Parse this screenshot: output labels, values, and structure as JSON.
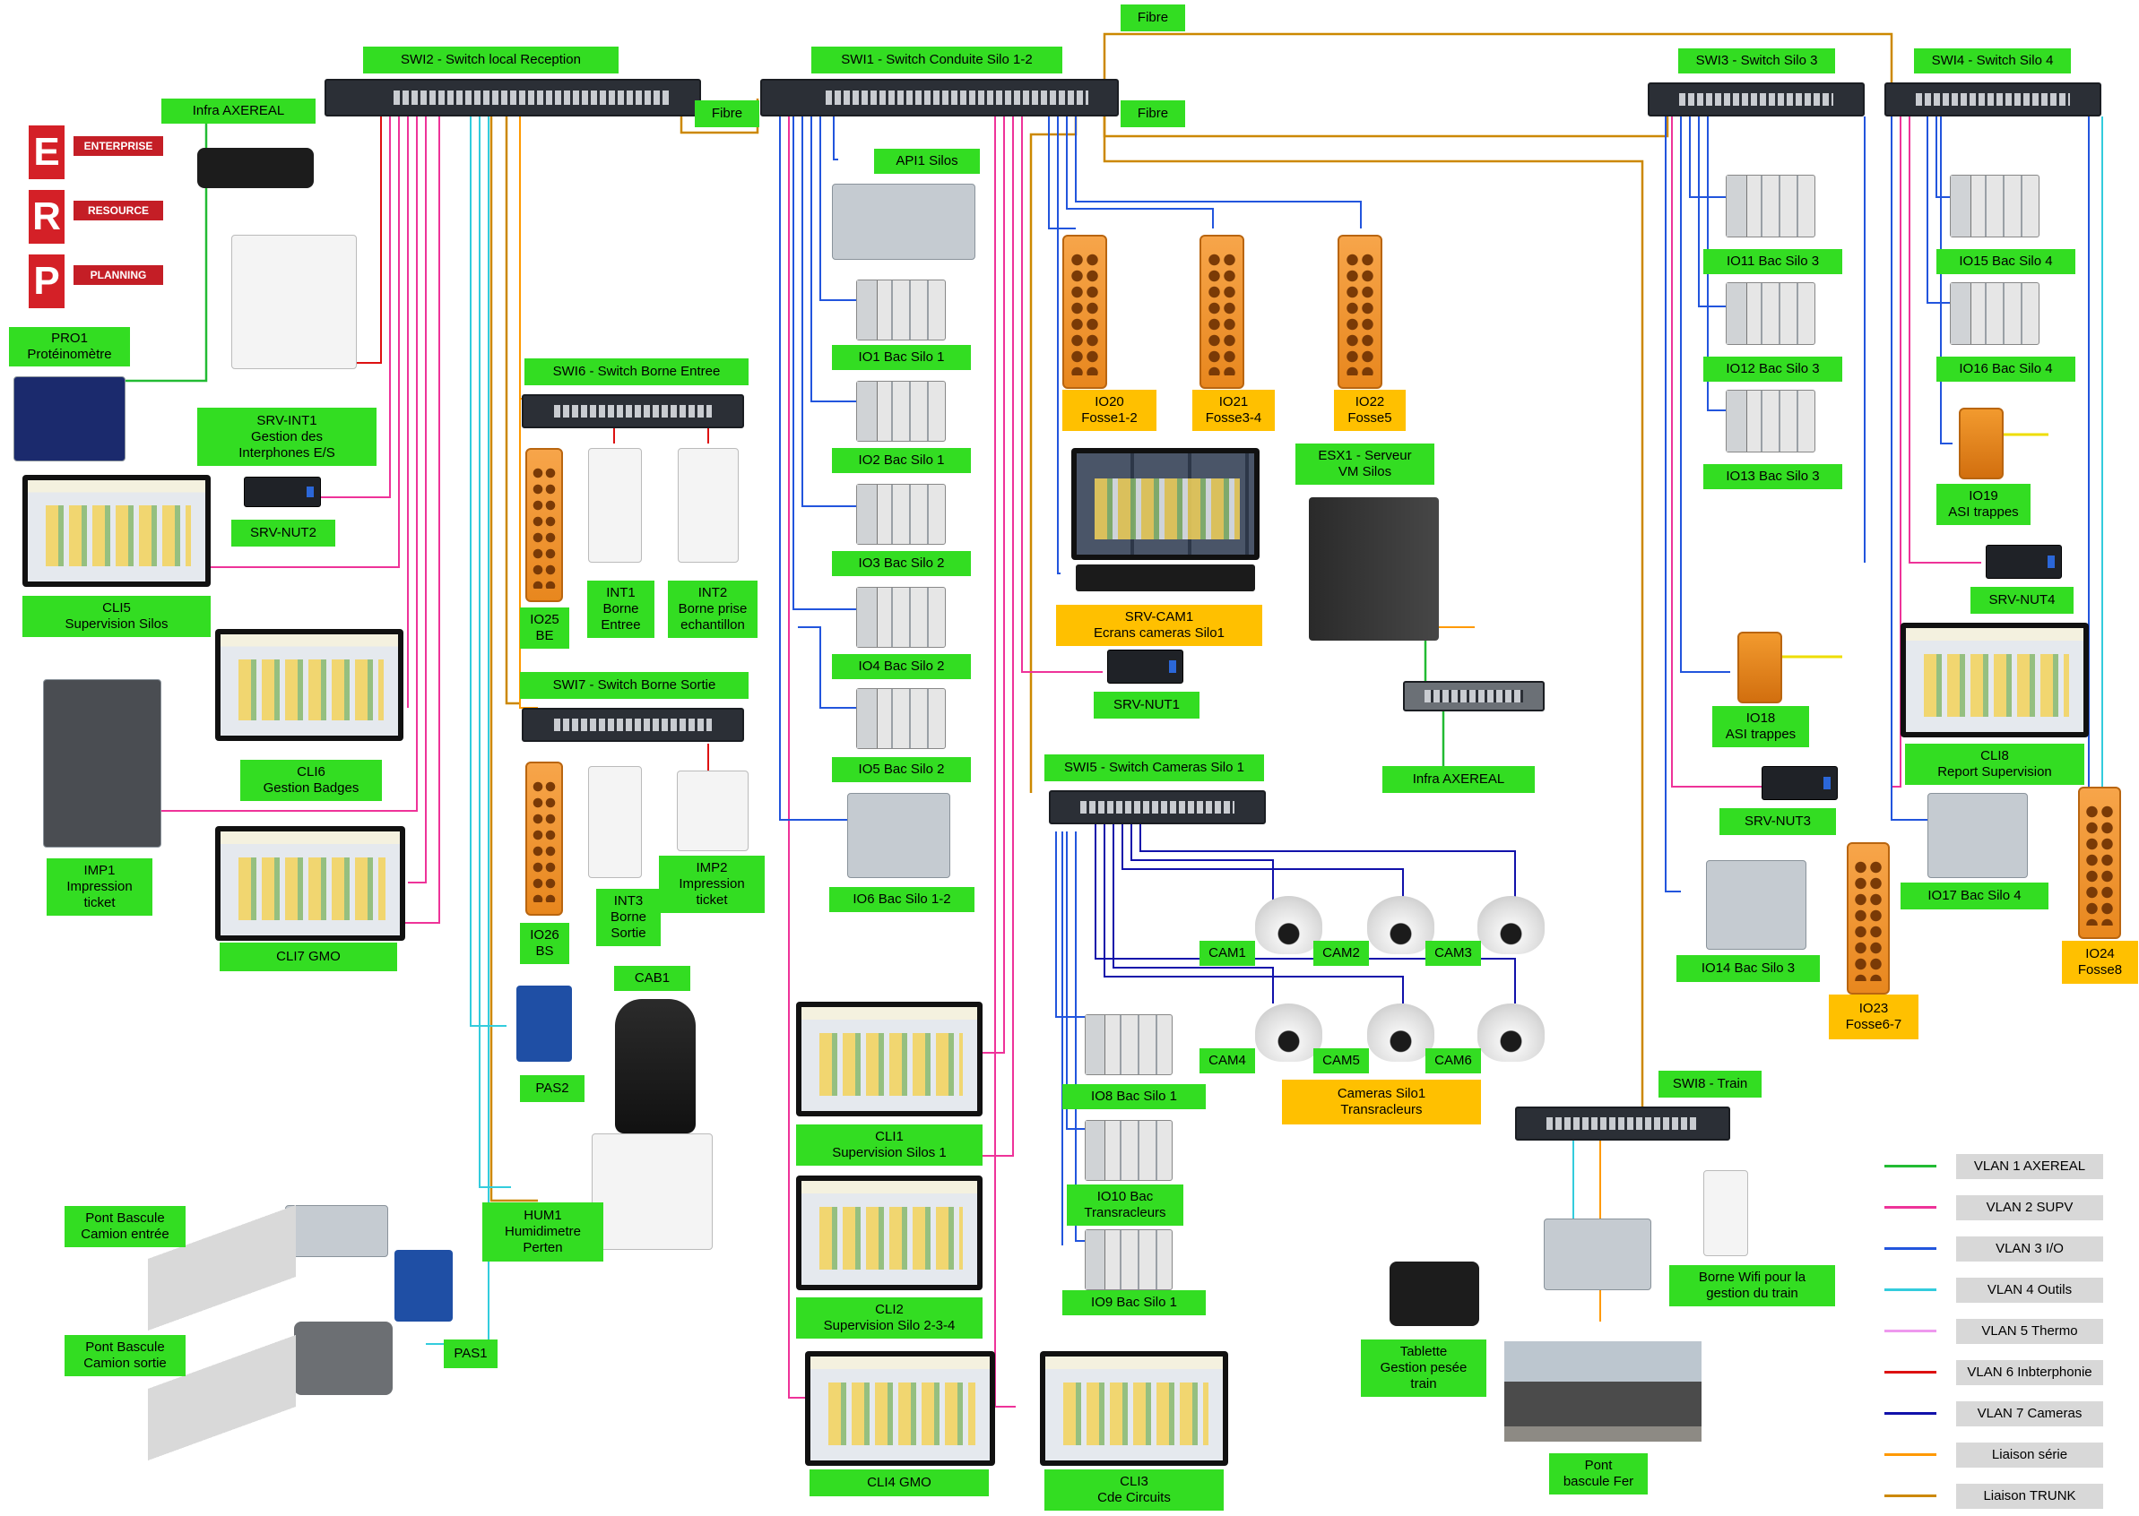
{
  "switches": {
    "swi2": "SWI2 -  Switch local Reception",
    "swi1": "SWI1 - Switch Conduite Silo 1-2",
    "swi3": "SWI3 - Switch Silo 3",
    "swi4": "SWI4 - Switch Silo 4",
    "swi6": "SWI6 - Switch Borne Entree",
    "swi7": "SWI7 - Switch Borne Sortie",
    "swi5": "SWI5 - Switch Cameras Silo 1",
    "swi8": "SWI8 - Train"
  },
  "links": {
    "fibre_top": "Fibre",
    "fibre_left": "Fibre",
    "fibre_right": "Fibre"
  },
  "erp": {
    "letters": [
      "E",
      "R",
      "P"
    ],
    "signs": [
      "ENTERPRISE",
      "RESOURCE",
      "PLANNING"
    ]
  },
  "labels": {
    "infra_axereal_top": [
      "Infra AXEREAL"
    ],
    "pro1": [
      "PRO1",
      "Protéinomètre"
    ],
    "srv_int1": [
      "SRV-INT1",
      "Gestion des",
      "Interphones E/S"
    ],
    "srv_nut2": [
      "SRV-NUT2"
    ],
    "cli5": [
      "CLI5",
      "Supervision Silos"
    ],
    "cli6": [
      "CLI6",
      "Gestion Badges"
    ],
    "imp1": [
      "IMP1",
      "Impression",
      "ticket"
    ],
    "cli7": [
      "CLI7 GMO"
    ],
    "io25": [
      "IO25",
      "BE"
    ],
    "int1": [
      "INT1",
      "Borne",
      "Entree"
    ],
    "int2": [
      "INT2",
      "Borne prise",
      "echantillon"
    ],
    "io26": [
      "IO26",
      "BS"
    ],
    "int3": [
      "INT3",
      "Borne",
      "Sortie"
    ],
    "imp2": [
      "IMP2",
      "Impression",
      "ticket"
    ],
    "cab1": [
      "CAB1"
    ],
    "pas2": [
      "PAS2"
    ],
    "hum1": [
      "HUM1",
      "Humidimetre",
      "Perten"
    ],
    "pont_entree": [
      "Pont Bascule",
      "Camion entrée"
    ],
    "pont_sortie": [
      "Pont Bascule",
      "Camion sortie"
    ],
    "pas1": [
      "PAS1"
    ],
    "api1": [
      "API1 Silos"
    ],
    "io1": [
      "IO1 Bac Silo 1"
    ],
    "io2": [
      "IO2 Bac Silo 1"
    ],
    "io3": [
      "IO3 Bac Silo 2"
    ],
    "io4": [
      "IO4 Bac Silo 2"
    ],
    "io5": [
      "IO5 Bac Silo 2"
    ],
    "io6": [
      "IO6 Bac Silo 1-2"
    ],
    "cli1": [
      "CLI1",
      "Supervision Silos 1"
    ],
    "cli2": [
      "CLI2",
      "Supervision Silo 2-3-4"
    ],
    "cli4": [
      "CLI4 GMO"
    ],
    "cli3": [
      "CLI3",
      "Cde Circuits"
    ],
    "io20": [
      "IO20",
      "Fosse1-2"
    ],
    "io21": [
      "IO21",
      "Fosse3-4"
    ],
    "io22": [
      "IO22",
      "Fosse5"
    ],
    "esx1": [
      "ESX1 - Serveur",
      "VM Silos"
    ],
    "srv_cam1": [
      "SRV-CAM1",
      "Ecrans cameras Silo1"
    ],
    "srv_nut1": [
      "SRV-NUT1"
    ],
    "infra_axereal_mid": [
      "Infra AXEREAL"
    ],
    "cam1": [
      "CAM1"
    ],
    "cam2": [
      "CAM2"
    ],
    "cam3": [
      "CAM3"
    ],
    "cam4": [
      "CAM4"
    ],
    "cam5": [
      "CAM5"
    ],
    "cam6": [
      "CAM6"
    ],
    "cameras_silo1": [
      "Cameras Silo1",
      "Transracleurs"
    ],
    "io8": [
      "IO8 Bac Silo 1"
    ],
    "io10": [
      "IO10 Bac",
      "Transracleurs"
    ],
    "io9": [
      "IO9 Bac Silo 1"
    ],
    "tablette": [
      "Tablette",
      "Gestion pesée",
      "train"
    ],
    "pont_fer": [
      "Pont",
      "bascule Fer"
    ],
    "borne_wifi": [
      "Borne Wifi pour la",
      "gestion du train"
    ],
    "io11": [
      "IO11 Bac Silo 3"
    ],
    "io12": [
      "IO12 Bac Silo 3"
    ],
    "io13": [
      "IO13 Bac Silo 3"
    ],
    "io18": [
      "IO18",
      "ASI trappes"
    ],
    "srv_nut3": [
      "SRV-NUT3"
    ],
    "io14": [
      "IO14 Bac Silo 3"
    ],
    "io23": [
      "IO23",
      "Fosse6-7"
    ],
    "io15": [
      "IO15 Bac Silo 4"
    ],
    "io16": [
      "IO16 Bac Silo 4"
    ],
    "io19": [
      "IO19",
      "ASI trappes"
    ],
    "srv_nut4": [
      "SRV-NUT4"
    ],
    "cli8": [
      "CLI8",
      "Report Supervision"
    ],
    "io17": [
      "IO17 Bac Silo 4"
    ],
    "io24": [
      "IO24",
      "Fosse8"
    ]
  },
  "legend": [
    {
      "label": "VLAN 1 AXEREAL",
      "color": "#22bb33"
    },
    {
      "label": "VLAN 2 SUPV",
      "color": "#ee3399"
    },
    {
      "label": "VLAN 3 I/O",
      "color": "#2255dd"
    },
    {
      "label": "VLAN 4 Outils",
      "color": "#33ccdd"
    },
    {
      "label": "VLAN 5 Thermo",
      "color": "#ee99ee"
    },
    {
      "label": "VLAN 6 Inbterphonie",
      "color": "#dd1111"
    },
    {
      "label": "VLAN 7 Cameras",
      "color": "#1111aa"
    },
    {
      "label": "Liaison série",
      "color": "#ff9900"
    },
    {
      "label": "Liaison TRUNK",
      "color": "#cc8800"
    }
  ],
  "colors": {
    "label_green": "#33dd22",
    "label_orange": "#ffc000",
    "vlan1": "#22bb33",
    "vlan2": "#ee3399",
    "vlan3": "#2255dd",
    "vlan4": "#33ccdd",
    "vlan6": "#dd1111",
    "vlan7": "#1111aa",
    "serie": "#ff9900",
    "trunk": "#cc8800"
  }
}
